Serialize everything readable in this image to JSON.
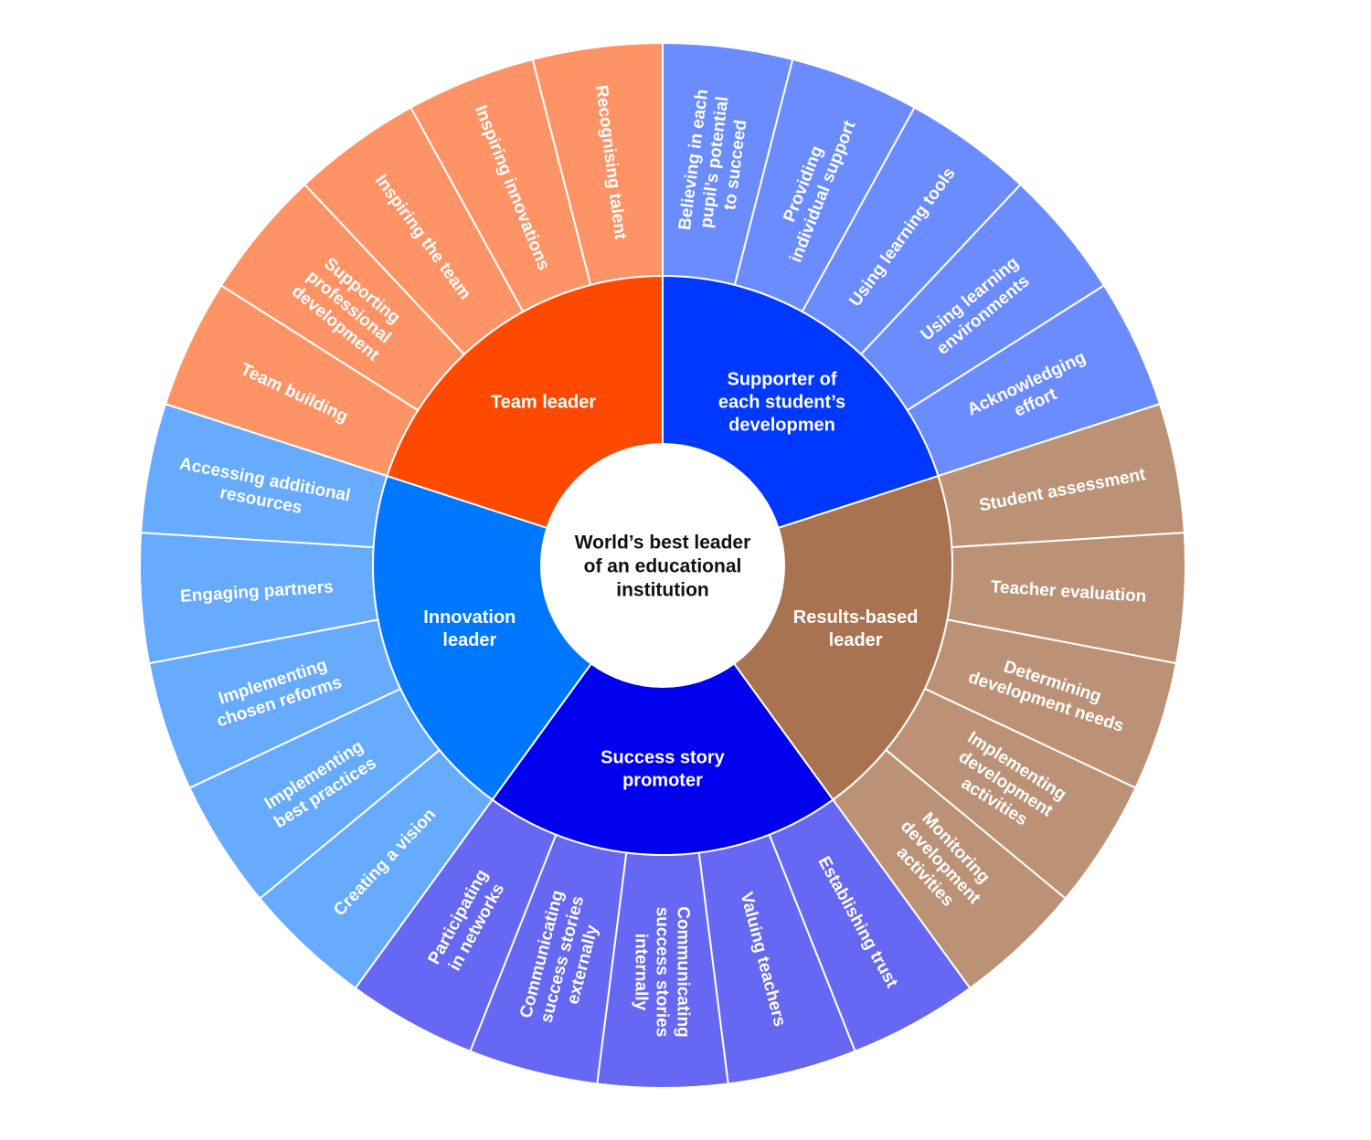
{
  "center": {
    "lines": [
      "World’s best leader",
      "of an educational",
      "institution"
    ],
    "color": "#ffffff"
  },
  "categories": [
    {
      "label": [
        "Supporter of",
        "each student’s",
        "developmen"
      ],
      "color": "#0038ff",
      "child_color": "#6a8cfe",
      "items": [
        {
          "label": [
            "Believing in each",
            "pupil’s potential",
            "to succeed"
          ]
        },
        {
          "label": [
            "Providing",
            "individual support"
          ]
        },
        {
          "label": [
            "Using learning tools"
          ]
        },
        {
          "label": [
            "Using learning",
            "environments"
          ]
        },
        {
          "label": [
            "Acknowledging",
            "effort"
          ]
        }
      ]
    },
    {
      "label": [
        "Results-based",
        "leader"
      ],
      "color": "#a97352",
      "child_color": "#bc9276",
      "items": [
        {
          "label": [
            "Student assessment"
          ]
        },
        {
          "label": [
            "Teacher evaluation"
          ]
        },
        {
          "label": [
            "Determining",
            "development needs"
          ]
        },
        {
          "label": [
            "Implementing",
            "development",
            "activities"
          ]
        },
        {
          "label": [
            "Monitoring",
            "development",
            "activities"
          ]
        }
      ]
    },
    {
      "label": [
        "Success story",
        "promoter"
      ],
      "color": "#0000ef",
      "child_color": "#6667f2",
      "items": [
        {
          "label": [
            "Establishing trust"
          ]
        },
        {
          "label": [
            "Valuing teachers"
          ]
        },
        {
          "label": [
            "Communicating",
            "success stories",
            "internally"
          ]
        },
        {
          "label": [
            "Communicating",
            "success stories",
            "externally"
          ]
        },
        {
          "label": [
            "Participating",
            "in networks"
          ]
        }
      ]
    },
    {
      "label": [
        "Innovation",
        "leader"
      ],
      "color": "#0077ff",
      "child_color": "#66abfe",
      "items": [
        {
          "label": [
            "Creating a vision"
          ]
        },
        {
          "label": [
            "Implementing",
            "best practices"
          ]
        },
        {
          "label": [
            "Implementing",
            "chosen reforms"
          ]
        },
        {
          "label": [
            "Engaging partners"
          ]
        },
        {
          "label": [
            "Accessing additional",
            "resources"
          ]
        }
      ]
    },
    {
      "label": [
        "Team leader"
      ],
      "color": "#fe4a00",
      "child_color": "#fe9366",
      "items": [
        {
          "label": [
            "Team building"
          ]
        },
        {
          "label": [
            "Supporting",
            "professional",
            "development"
          ]
        },
        {
          "label": [
            "Inspiring the team"
          ]
        },
        {
          "label": [
            "Inspiring innovations"
          ]
        },
        {
          "label": [
            "Recognising talent"
          ]
        }
      ]
    }
  ]
}
